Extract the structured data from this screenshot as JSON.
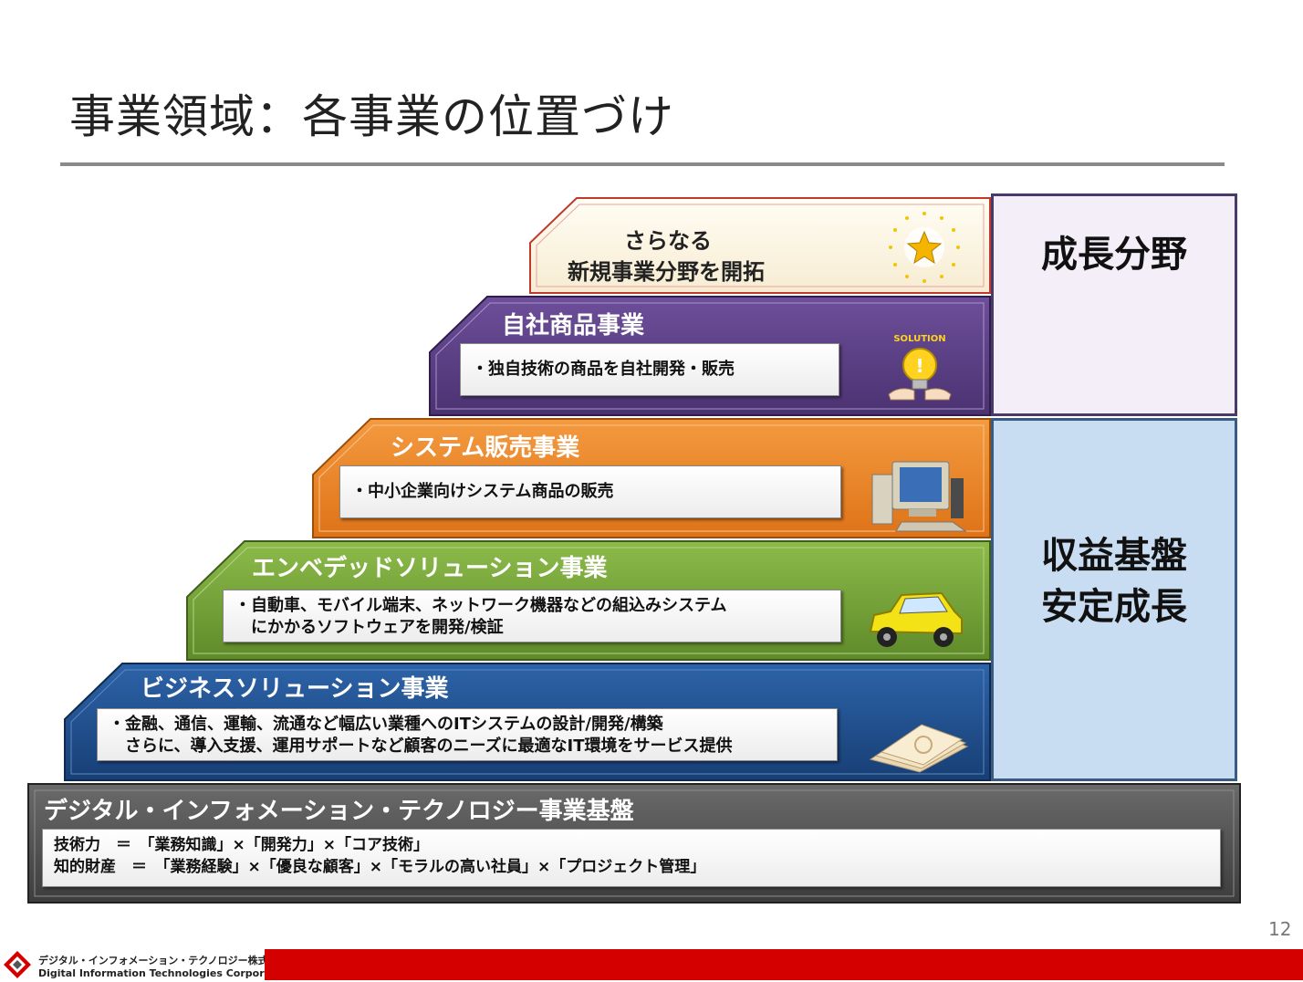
{
  "slide": {
    "title": "事業領域：各事業の位置づけ",
    "page_number": "12"
  },
  "layers": {
    "new_business": {
      "line1": "さらなる",
      "line2": "新規事業分野を開拓"
    },
    "own_products": {
      "title": "自社商品事業",
      "desc": [
        "・独自技術の商品を自社開発・販売"
      ],
      "icon_label": "SOLUTION"
    },
    "system_sales": {
      "title": "システム販売事業",
      "desc": [
        "・中小企業向けシステム商品の販売"
      ]
    },
    "embedded": {
      "title": "エンベデッドソリューション事業",
      "desc": [
        "・自動車、モバイル端末、ネットワーク機器などの組込みシステム",
        "　にかかるソフトウェアを開発/検証"
      ]
    },
    "business_solution": {
      "title": "ビジネスソリューション事業",
      "desc": [
        "・金融、通信、運輸、流通など幅広い業種へのITシステムの設計/開発/構築",
        "　さらに、導入支援、運用サポートなど顧客のニーズに最適なIT環境をサービス提供"
      ]
    },
    "foundation": {
      "title": "デジタル・インフォメーション・テクノロジー事業基盤",
      "desc": [
        "技術力　＝　「業務知識」×「開発力」×「コア技術」",
        "知的財産　＝　「業務経験」×「優良な顧客」×「モラルの高い社員」×「プロジェクト管理」"
      ]
    }
  },
  "side_labels": {
    "growth": "成長分野",
    "stable_line1": "収益基盤",
    "stable_line2": "安定成長"
  },
  "footer": {
    "company_jp": "デジタル・インフォメーション・テクノロジー株式会社",
    "company_en": "Digital Information Technologies Corporation"
  },
  "colors": {
    "new_business_fill": "#fff8e6",
    "new_business_border": "#c0392b",
    "own_products": "#5b3f86",
    "system_sales": "#ef8a2b",
    "embedded": "#79a43a",
    "business_solution": "#1e4d8c",
    "foundation": "#4d4d4d",
    "growth_bg": "#f3eef8",
    "stable_bg": "#c9ddf2",
    "footer_red": "#d40000"
  },
  "icons": [
    "star-icon",
    "lightbulb-icon",
    "computer-icon",
    "car-icon",
    "money-icon",
    "company-logo-icon"
  ]
}
